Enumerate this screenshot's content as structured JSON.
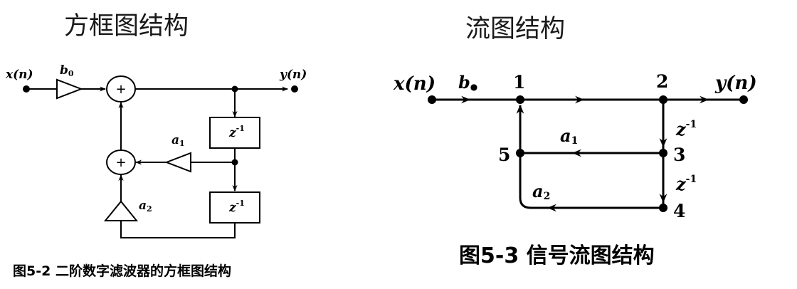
{
  "titles": {
    "left": "方框图结构",
    "right": "流图结构"
  },
  "block_diagram": {
    "caption": "图5-2 二阶数字滤波器的方框图结构",
    "input_label": "x(n)",
    "output_label": "y(n)",
    "gain_b0": "b",
    "gain_b0_sub": "0",
    "gain_a1": "a",
    "gain_a1_sub": "1",
    "gain_a2": "a",
    "gain_a2_sub": "2",
    "delay1": "z",
    "delay1_exp": "-1",
    "delay2": "z",
    "delay2_exp": "-1",
    "adder_symbol": "+"
  },
  "flow_graph": {
    "caption": "图5-3 信号流图结构",
    "input_label": "x(n)",
    "output_label": "y(n)",
    "gain_b0": "b",
    "gain_b0_sub": "●",
    "gain_a1": "a",
    "gain_a1_sub": "1",
    "gain_a2": "a",
    "gain_a2_sub": "2",
    "delay1": "z",
    "delay1_exp": "-1",
    "delay2": "z",
    "delay2_exp": "-1",
    "nodes": [
      "1",
      "2",
      "3",
      "4",
      "5"
    ]
  }
}
